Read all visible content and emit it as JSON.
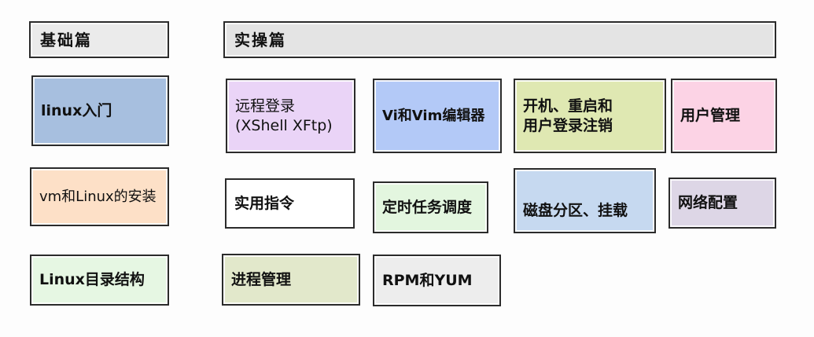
{
  "headers": {
    "basics": "基础篇",
    "practice": "实操篇"
  },
  "basics": {
    "items": [
      {
        "label": "linux入门",
        "color": "#a7bfdf"
      },
      {
        "label": "vm和Linux的安装",
        "color": "#fde0c7"
      },
      {
        "label": "Linux目录结构",
        "color": "#e6f7e3"
      }
    ]
  },
  "practice": {
    "items": [
      {
        "line1": "远程登录",
        "line2": "(XShell XFtp)",
        "color": "#ead4f7"
      },
      {
        "label": "Vi和Vim编辑器",
        "color": "#b3c9f7"
      },
      {
        "line1": "开机、重启和",
        "line2": "用户登录注销",
        "color": "#dfe8b2"
      },
      {
        "label": "用户管理",
        "color": "#fcd3e5"
      },
      {
        "label": "实用指令",
        "color": "#ffffff"
      },
      {
        "label": "定时任务调度",
        "color": "#e3f6df"
      },
      {
        "label": "磁盘分区、挂载",
        "color": "#c6d9f0"
      },
      {
        "label": "网络配置",
        "color": "#ddd6e6"
      },
      {
        "label": "进程管理",
        "color": "#e2e8cb"
      },
      {
        "label": "RPM和YUM",
        "color": "#ededed"
      }
    ]
  },
  "colors": {
    "header_bg": "#e4e4e4",
    "border": "#2b2b2b"
  }
}
